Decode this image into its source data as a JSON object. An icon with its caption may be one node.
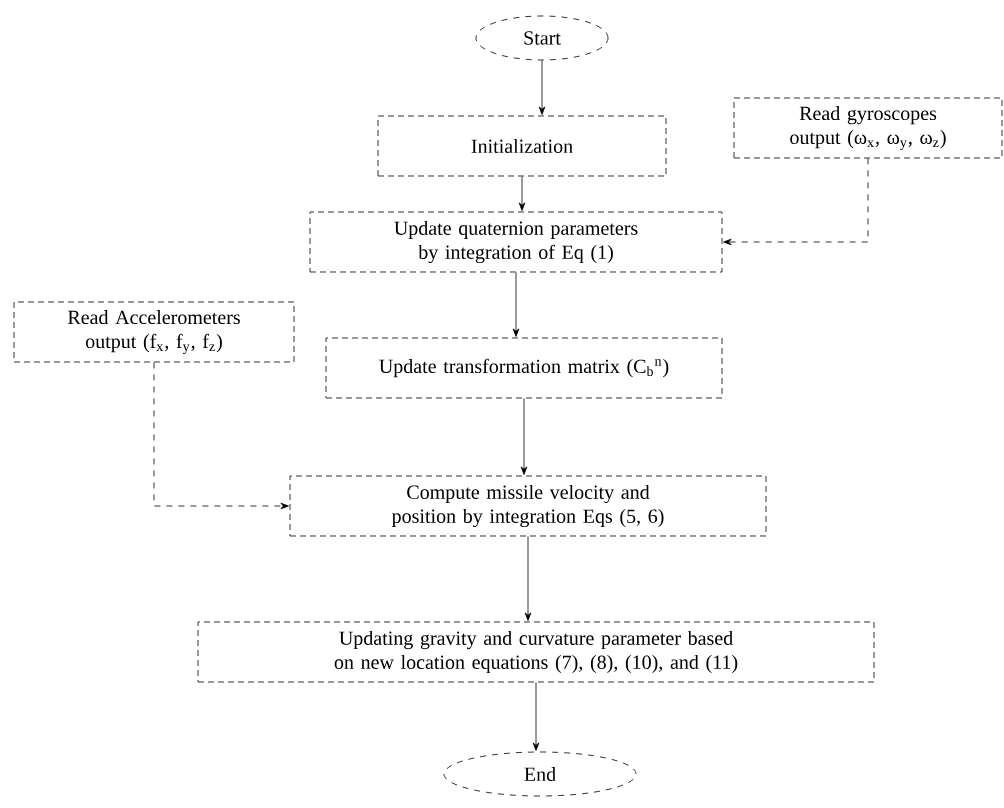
{
  "diagram": {
    "nodes": [
      {
        "text": [
          "Start"
        ]
      },
      {
        "text": [
          "Initialization"
        ]
      },
      {
        "text": [
          "Read gyroscopes output (ω$_{x}$, ω$_{y}$, ω$_{z}$)"
        ]
      },
      {
        "text": [
          "Update quaternion parameters by integration of Eq (1)"
        ]
      },
      {
        "text": [
          "Read Accelerometers output (f$_{x}$, f$_{y}$, f$_{z}$)"
        ]
      },
      {
        "text": [
          "Update transformation matrix (C$_{b}$$^{n}$)"
        ]
      },
      {
        "text": [
          "Compute missile velocity and position by integration Eqs (5, 6)"
        ]
      },
      {
        "text": [
          "Updating gravity and curvature parameter based on new location equations (7), (8), (10), and (11)"
        ]
      },
      {
        "text": [
          "End"
        ]
      }
    ],
    "edges": [
      {
        "from": 0,
        "to": 1,
        "arrow": "to"
      },
      {
        "from": 1,
        "to": 3,
        "arrow": "to"
      },
      {
        "from": 2,
        "to": 3,
        "arrow": "to",
        "style": "dashed"
      },
      {
        "from": 3,
        "to": 5,
        "arrow": "to"
      },
      {
        "from": 4,
        "to": 6,
        "arrow": "to",
        "style": "dashed"
      },
      {
        "from": 5,
        "to": 6,
        "arrow": "to"
      },
      {
        "from": 6,
        "to": 7,
        "arrow": "to"
      },
      {
        "from": 7,
        "to": 8,
        "arrow": "to"
      }
    ]
  }
}
